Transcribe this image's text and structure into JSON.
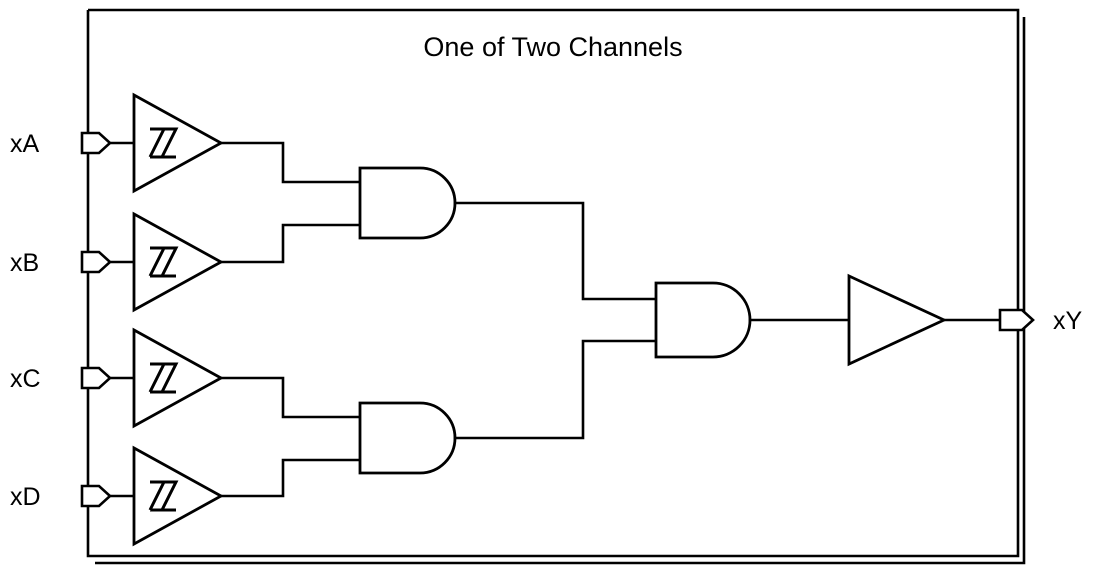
{
  "diagram": {
    "title": "One of Two Channels",
    "type": "logic-gate-schematic",
    "description": "Single channel of a two-channel device: four Schmitt-trigger buffered inputs feed two 2-input AND gates, whose outputs feed a final 2-input AND gate driving an output buffer.",
    "package": {
      "outline": "double-line rectangle",
      "stroke_color": "#000000",
      "fill_color": "#ffffff"
    },
    "inputs": [
      {
        "label": "xA",
        "pin_shape": "pentagon-connector",
        "buffer": "schmitt-trigger"
      },
      {
        "label": "xB",
        "pin_shape": "pentagon-connector",
        "buffer": "schmitt-trigger"
      },
      {
        "label": "xC",
        "pin_shape": "pentagon-connector",
        "buffer": "schmitt-trigger"
      },
      {
        "label": "xD",
        "pin_shape": "pentagon-connector",
        "buffer": "schmitt-trigger"
      }
    ],
    "outputs": [
      {
        "label": "xY",
        "pin_shape": "pentagon-connector",
        "buffer": "non-inverting-buffer"
      }
    ],
    "gates": [
      {
        "name": "and-gate-ab",
        "type": "AND",
        "inputs": [
          "xA",
          "xB"
        ]
      },
      {
        "name": "and-gate-cd",
        "type": "AND",
        "inputs": [
          "xC",
          "xD"
        ]
      },
      {
        "name": "and-gate-final",
        "type": "AND",
        "inputs": [
          "and-gate-ab",
          "and-gate-cd"
        ]
      }
    ],
    "buffers": [
      {
        "name": "schmitt-buffer-a",
        "glyph": "hysteresis-symbol"
      },
      {
        "name": "schmitt-buffer-b",
        "glyph": "hysteresis-symbol"
      },
      {
        "name": "schmitt-buffer-c",
        "glyph": "hysteresis-symbol"
      },
      {
        "name": "schmitt-buffer-d",
        "glyph": "hysteresis-symbol"
      },
      {
        "name": "output-buffer-y",
        "glyph": "none"
      }
    ]
  }
}
